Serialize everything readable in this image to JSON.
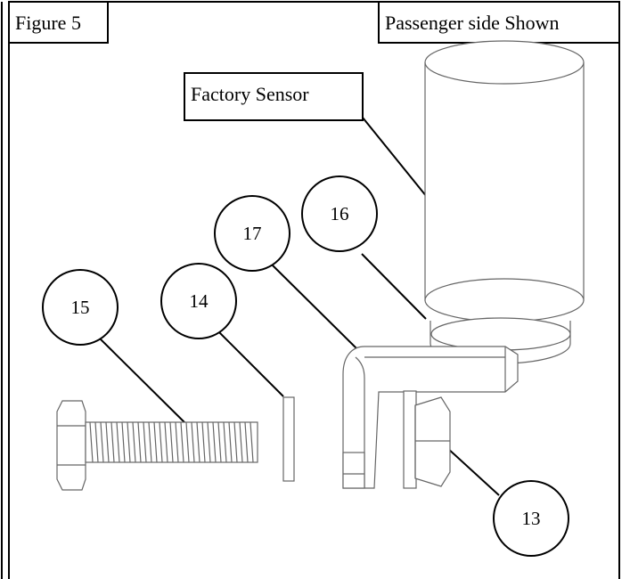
{
  "figure": {
    "title": "Figure 5",
    "view_note": "Passenger side Shown",
    "sensor_label": "Factory Sensor"
  },
  "callouts": [
    {
      "number": "13"
    },
    {
      "number": "14"
    },
    {
      "number": "15"
    },
    {
      "number": "16"
    },
    {
      "number": "17"
    }
  ]
}
